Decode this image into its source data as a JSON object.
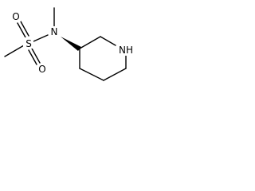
{
  "molecule": {
    "atoms": {
      "sulfur": "S",
      "nitrogen_sulfonamide": "N",
      "oxygen_upper": "O",
      "oxygen_lower": "O",
      "nitrogen_ring": "NH"
    },
    "stereo": "wedge",
    "colors": {
      "bond": "#000000",
      "label": "#000000",
      "background": "#ffffff"
    }
  }
}
